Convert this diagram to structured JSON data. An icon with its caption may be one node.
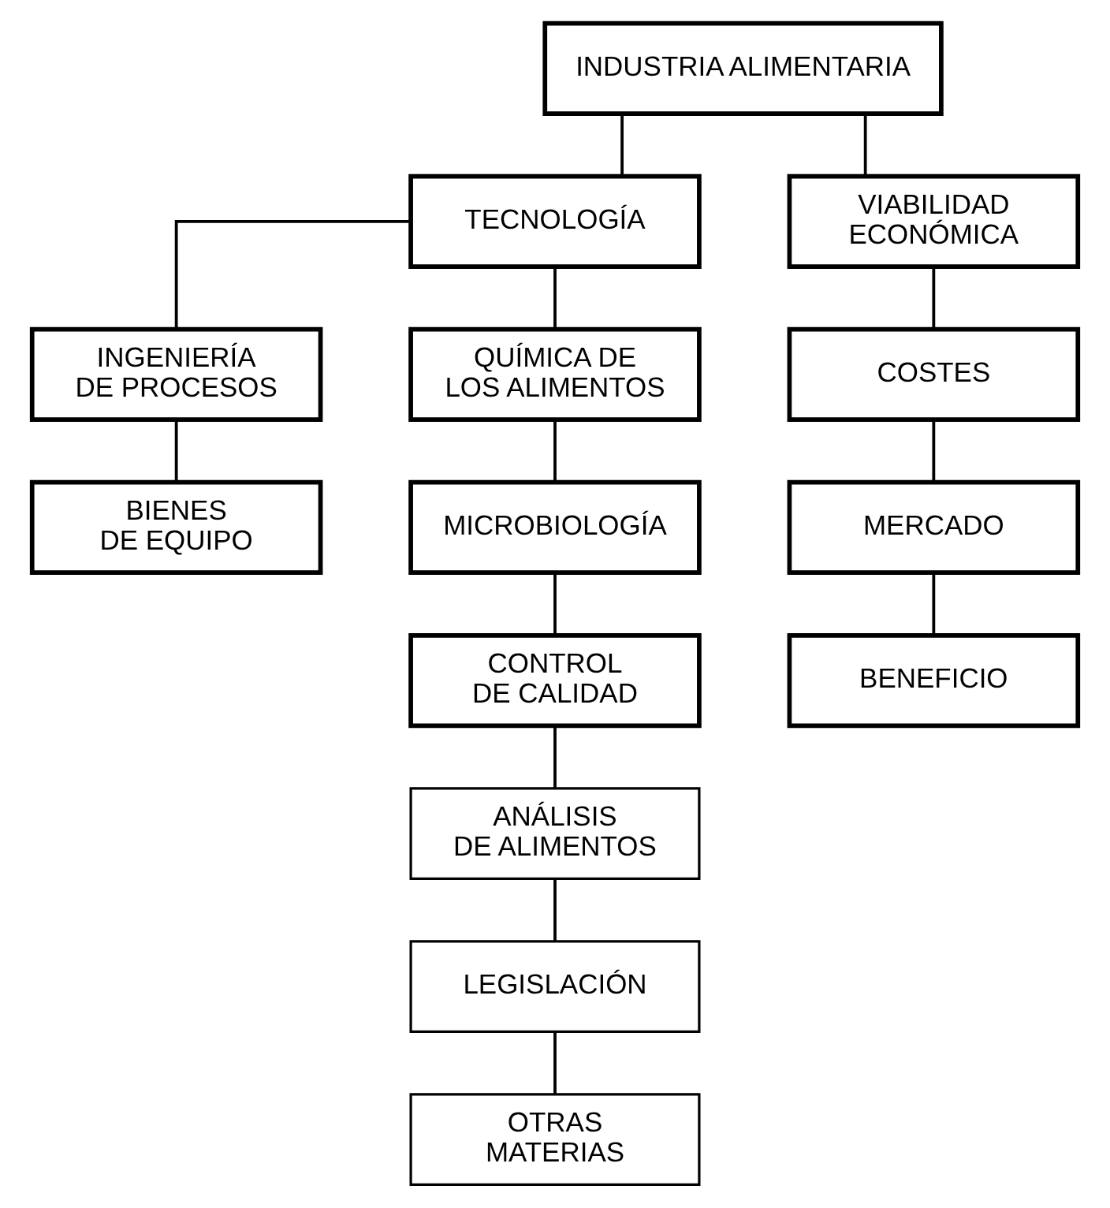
{
  "diagram": {
    "nodes": [
      {
        "text": [
          "INDUSTRIA ALIMENTARIA"
        ]
      },
      {
        "text": [
          "TECNOLOGÍA"
        ]
      },
      {
        "text": [
          "VIABILIDAD ECONÓMICA"
        ]
      },
      {
        "text": [
          "INGENIERÍA DE PROCESOS"
        ]
      },
      {
        "text": [
          "BIENES DE EQUIPO"
        ]
      },
      {
        "text": [
          "QUÍMICA DE LOS ALIMENTOS"
        ]
      },
      {
        "text": [
          "MICROBIOLOGÍA"
        ]
      },
      {
        "text": [
          "CONTROL DE CALIDAD"
        ]
      },
      {
        "text": [
          "ANÁLISIS DE ALIMENTOS"
        ]
      },
      {
        "text": [
          "LEGISLACIÓN"
        ]
      },
      {
        "text": [
          "OTRAS MATERIAS"
        ]
      },
      {
        "text": [
          "COSTES"
        ]
      },
      {
        "text": [
          "MERCADO"
        ]
      },
      {
        "text": [
          "BENEFICIO"
        ]
      }
    ],
    "edges": [
      {
        "from": 0,
        "to": 1,
        "arrow": "none"
      },
      {
        "from": 0,
        "to": 2,
        "arrow": "none"
      },
      {
        "from": 1,
        "to": 3,
        "arrow": "none"
      },
      {
        "from": 1,
        "to": 5,
        "arrow": "none"
      },
      {
        "from": 3,
        "to": 4,
        "arrow": "none"
      },
      {
        "from": 5,
        "to": 6,
        "arrow": "none"
      },
      {
        "from": 6,
        "to": 7,
        "arrow": "none"
      },
      {
        "from": 7,
        "to": 8,
        "arrow": "none"
      },
      {
        "from": 8,
        "to": 9,
        "arrow": "none"
      },
      {
        "from": 9,
        "to": 10,
        "arrow": "none"
      },
      {
        "from": 2,
        "to": 11,
        "arrow": "none"
      },
      {
        "from": 11,
        "to": 12,
        "arrow": "none"
      },
      {
        "from": 12,
        "to": 13,
        "arrow": "none"
      }
    ]
  }
}
